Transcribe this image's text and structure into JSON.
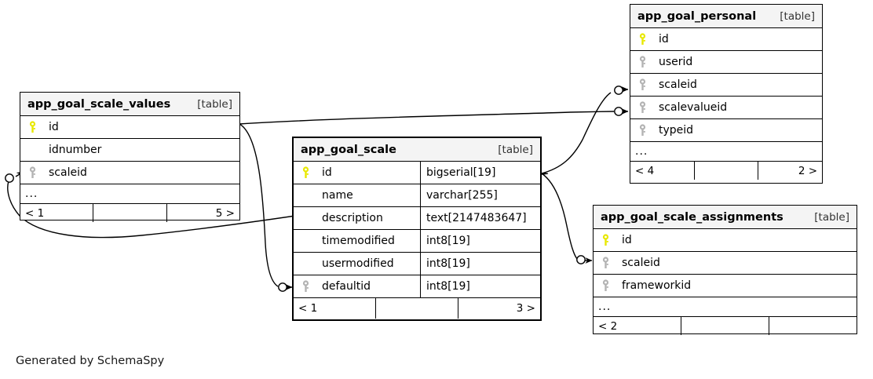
{
  "diagram": {
    "generator_note": "Generated by SchemaSpy",
    "table_tag": "[table]",
    "ellipsis": "...",
    "colors": {
      "primary_key_icon": "#e8e800",
      "foreign_key_icon": "#b3b3b3",
      "title_background": "#f4f4f4",
      "border": "#000000",
      "canvas": "#ffffff"
    }
  },
  "tables": [
    {
      "id": "app_goal_personal",
      "name": "app_goal_personal",
      "tag": "[table]",
      "columns": [
        {
          "name": "id",
          "key": "primary",
          "type": ""
        },
        {
          "name": "userid",
          "key": "foreign",
          "type": ""
        },
        {
          "name": "scaleid",
          "key": "foreign",
          "type": ""
        },
        {
          "name": "scalevalueid",
          "key": "foreign",
          "type": ""
        },
        {
          "name": "typeid",
          "key": "foreign",
          "type": ""
        }
      ],
      "has_more": true,
      "footer": {
        "left": "< 4",
        "middle": "",
        "right": "2 >"
      }
    },
    {
      "id": "app_goal_scale_values",
      "name": "app_goal_scale_values",
      "tag": "[table]",
      "columns": [
        {
          "name": "id",
          "key": "primary",
          "type": ""
        },
        {
          "name": "idnumber",
          "key": "none",
          "type": ""
        },
        {
          "name": "scaleid",
          "key": "foreign",
          "type": ""
        }
      ],
      "has_more": true,
      "footer": {
        "left": "< 1",
        "middle": "",
        "right": "5 >"
      }
    },
    {
      "id": "app_goal_scale",
      "name": "app_goal_scale",
      "tag": "[table]",
      "columns": [
        {
          "name": "id",
          "key": "primary",
          "type": "bigserial[19]"
        },
        {
          "name": "name",
          "key": "none",
          "type": "varchar[255]"
        },
        {
          "name": "description",
          "key": "none",
          "type": "text[2147483647]"
        },
        {
          "name": "timemodified",
          "key": "none",
          "type": "int8[19]"
        },
        {
          "name": "usermodified",
          "key": "none",
          "type": "int8[19]"
        },
        {
          "name": "defaultid",
          "key": "foreign",
          "type": "int8[19]"
        }
      ],
      "has_more": false,
      "footer": {
        "left": "< 1",
        "middle": "",
        "right": "3 >"
      }
    },
    {
      "id": "app_goal_scale_assignments",
      "name": "app_goal_scale_assignments",
      "tag": "[table]",
      "columns": [
        {
          "name": "id",
          "key": "primary",
          "type": ""
        },
        {
          "name": "scaleid",
          "key": "foreign",
          "type": ""
        },
        {
          "name": "frameworkid",
          "key": "foreign",
          "type": ""
        }
      ],
      "has_more": true,
      "footer": {
        "left": "< 2",
        "middle": "",
        "right": ""
      }
    }
  ],
  "relationships": [
    {
      "from_table": "app_goal_scale_values",
      "from_column": "id",
      "to_table": "app_goal_scale",
      "to_column": "defaultid",
      "optional": true
    },
    {
      "from_table": "app_goal_scale_values",
      "from_column": "id",
      "to_table": "app_goal_personal",
      "to_column": "scalevalueid",
      "optional": true
    },
    {
      "from_table": "app_goal_scale",
      "from_column": "id",
      "to_table": "app_goal_scale_values",
      "to_column": "scaleid",
      "optional": true
    },
    {
      "from_table": "app_goal_scale",
      "from_column": "id",
      "to_table": "app_goal_personal",
      "to_column": "scaleid",
      "optional": true
    },
    {
      "from_table": "app_goal_scale",
      "from_column": "id",
      "to_table": "app_goal_scale_assignments",
      "to_column": "scaleid",
      "optional": true
    }
  ]
}
